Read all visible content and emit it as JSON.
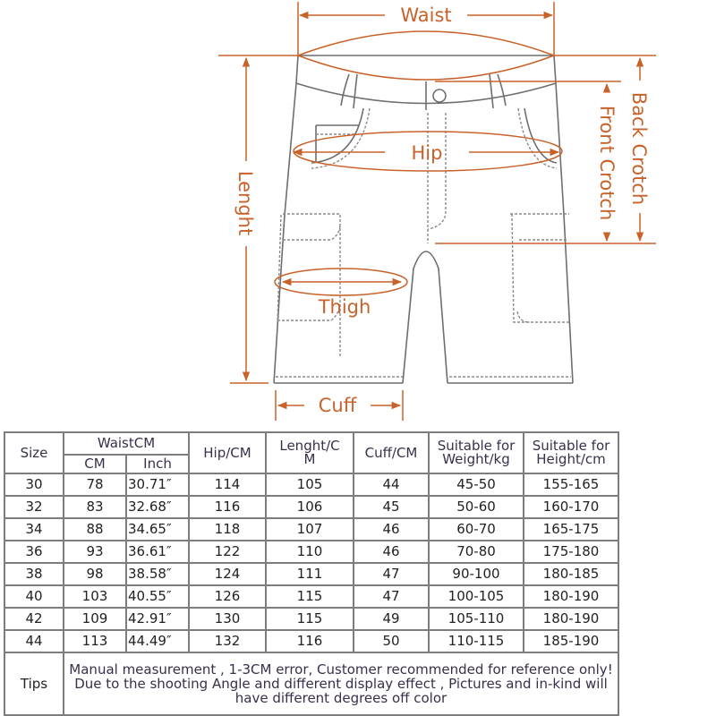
{
  "diagram": {
    "labels": {
      "waist": "Waist",
      "hip": "Hip",
      "length": "Lenght",
      "thigh": "Thigh",
      "cuff": "Cuff",
      "front_crotch": "Front Crotch",
      "back_crotch": "Back Crotch"
    },
    "colors": {
      "measure": "#c8622a",
      "outline": "#6e6e6e"
    }
  },
  "table": {
    "headers": {
      "size": "Size",
      "waist_group": "WaistCM",
      "waist_cm": "CM",
      "waist_inch": "Inch",
      "hip": "Hip/CM",
      "length_line1": "Lenght/C",
      "length_line2": "M",
      "cuff": "Cuff/CM",
      "weight_line1": "Suitable for",
      "weight_line2": "Weight/kg",
      "height_line1": "Suitable for",
      "height_line2": "Height/cm"
    },
    "rows": [
      {
        "size": "30",
        "waist_cm": "78",
        "waist_inch": "30.71″",
        "hip": "114",
        "length": "105",
        "cuff": "44",
        "weight": "45-50",
        "height": "155-165"
      },
      {
        "size": "32",
        "waist_cm": "83",
        "waist_inch": "32.68″",
        "hip": "116",
        "length": "106",
        "cuff": "45",
        "weight": "50-60",
        "height": "160-170"
      },
      {
        "size": "34",
        "waist_cm": "88",
        "waist_inch": "34.65″",
        "hip": "118",
        "length": "107",
        "cuff": "46",
        "weight": "60-70",
        "height": "165-175"
      },
      {
        "size": "36",
        "waist_cm": "93",
        "waist_inch": "36.61″",
        "hip": "122",
        "length": "110",
        "cuff": "46",
        "weight": "70-80",
        "height": "175-180"
      },
      {
        "size": "38",
        "waist_cm": "98",
        "waist_inch": "38.58″",
        "hip": "124",
        "length": "111",
        "cuff": "47",
        "weight": "90-100",
        "height": "180-185"
      },
      {
        "size": "40",
        "waist_cm": "103",
        "waist_inch": "40.55″",
        "hip": "126",
        "length": "115",
        "cuff": "47",
        "weight": "100-105",
        "height": "180-190"
      },
      {
        "size": "42",
        "waist_cm": "109",
        "waist_inch": "42.91″",
        "hip": "130",
        "length": "115",
        "cuff": "49",
        "weight": "105-110",
        "height": "180-190"
      },
      {
        "size": "44",
        "waist_cm": "113",
        "waist_inch": "44.49″",
        "hip": "132",
        "length": "116",
        "cuff": "50",
        "weight": "110-115",
        "height": "185-190"
      }
    ],
    "tips": {
      "label": "Tips",
      "line1": "Manual measurement , 1-3CM error, Customer recommended for reference only!",
      "line2": "Due to the shooting Angle and different display effect , Pictures and in-kind will have different degrees off color"
    }
  }
}
